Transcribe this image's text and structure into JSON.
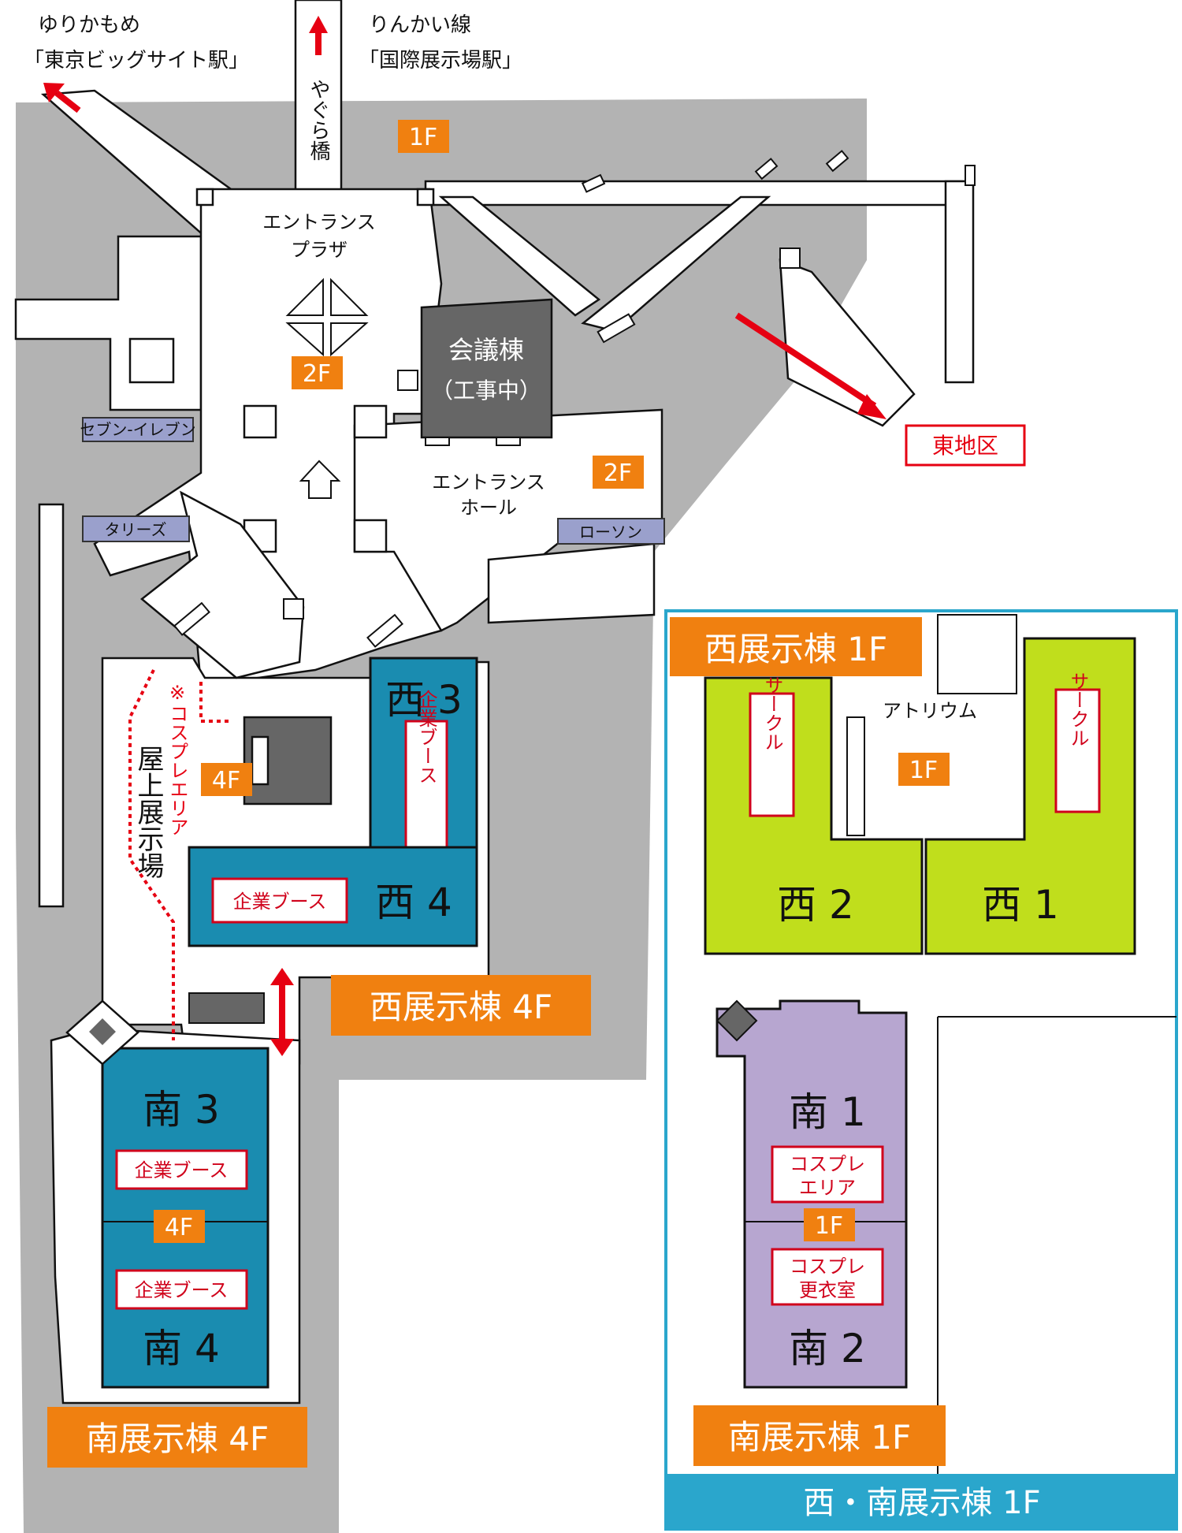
{
  "colors": {
    "background_gray": "#b3b3b3",
    "west_south_4f_blue": "#1a8cb0",
    "west_1f_green": "#c0de1c",
    "south_1f_purple": "#b7a6d0",
    "floor_tag_orange": "#f08010",
    "alert_red": "#e60012",
    "conference_gray": "#666666",
    "store_lavender": "#9aa0cc",
    "inset_frame_blue": "#2aa6cc"
  },
  "top": {
    "yurikamome": "ゆりかもめ",
    "yurikamome_station": "「東京ビッグサイト駅」",
    "rinkai": "りんかい線",
    "rinkai_station": "「国際展示場駅」",
    "yagura_bridge": "やぐら橋"
  },
  "plaza": {
    "entrance_plaza_line1": "エントランス",
    "entrance_plaza_line2": "プラザ",
    "entrance_hall_line1": "エントランス",
    "entrance_hall_line2": "ホール",
    "conference_line1": "会議棟",
    "conference_line2": "（工事中）",
    "east_area": "東地区"
  },
  "stores": {
    "seven_eleven": "セブン-イレブン",
    "tullys": "タリーズ",
    "lawson": "ローソン"
  },
  "floor_tags": {
    "f1_top": "1F",
    "f2_plaza": "2F",
    "f2_hall": "2F",
    "f4_rooftop": "4F",
    "f4_south": "4F",
    "f1_atrium": "1F",
    "f1_south": "1F"
  },
  "west4f": {
    "nishi3": "西 3",
    "nishi4": "西 4",
    "booth_vertical": "企業ブース",
    "booth_horizontal": "企業ブース",
    "rooftop": "屋上展示場",
    "cosplay_note": "※コスプレエリア",
    "title": "西展示棟 4F"
  },
  "south4f": {
    "minami3": "南 3",
    "minami4": "南 4",
    "booth_upper": "企業ブース",
    "booth_lower": "企業ブース",
    "title": "南展示棟 4F"
  },
  "inset": {
    "west_title": "西展示棟 1F",
    "atrium": "アトリウム",
    "circle_left": "サークル",
    "circle_right": "サークル",
    "nishi2": "西 2",
    "nishi1": "西 1",
    "minami1": "南 1",
    "minami2": "南 2",
    "cosplay_area_line1": "コスプレ",
    "cosplay_area_line2": "エリア",
    "cosplay_changing_line1": "コスプレ",
    "cosplay_changing_line2": "更衣室",
    "south_title": "南展示棟 1F",
    "bottom_banner": "西・南展示棟 1F"
  }
}
